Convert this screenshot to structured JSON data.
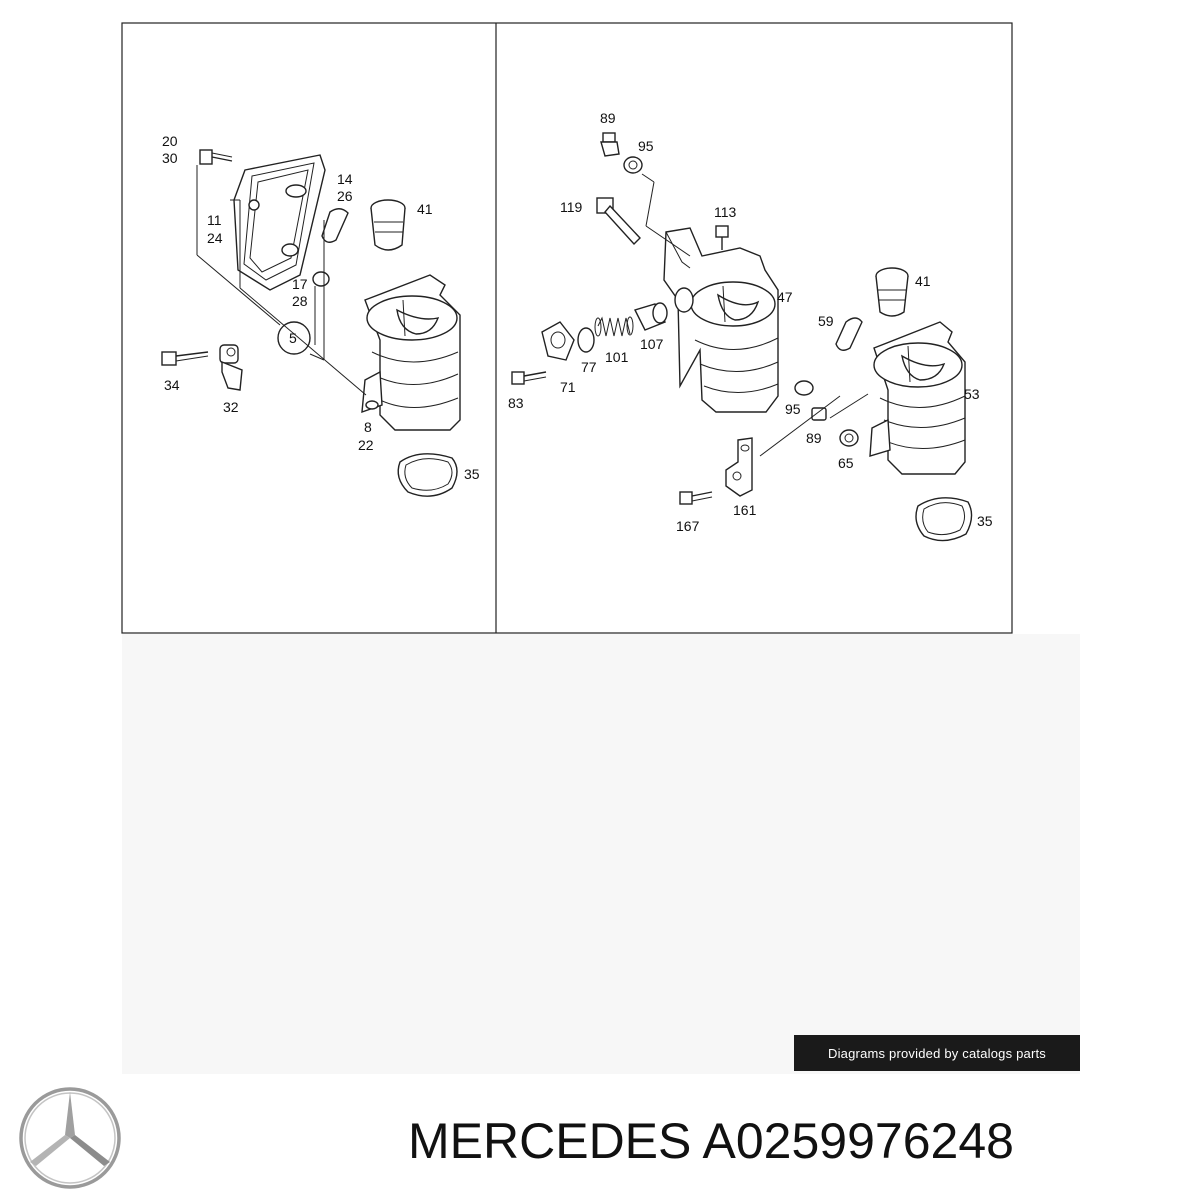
{
  "diagram": {
    "callouts": {
      "c20": "20",
      "c30": "30",
      "c11": "11",
      "c24": "24",
      "c14": "14",
      "c26": "26",
      "c41a": "41",
      "c17": "17",
      "c28": "28",
      "c5": "5",
      "c34": "34",
      "c32": "32",
      "c8": "8",
      "c22": "22",
      "c35a": "35",
      "c89a": "89",
      "c95a": "95",
      "c119": "119",
      "c113": "113",
      "c41b": "41",
      "c47": "47",
      "c59": "59",
      "c107": "107",
      "c77": "77",
      "c101": "101",
      "c71": "71",
      "c83": "83",
      "c53": "53",
      "c95b": "95",
      "c89b": "89",
      "c65": "65",
      "c161": "161",
      "c167": "167",
      "c35b": "35"
    }
  },
  "banner": {
    "text": "Diagrams provided by catalogs parts"
  },
  "footer": {
    "brand": "MERCEDES",
    "part_number": "A0259976248"
  },
  "logo": {
    "icon": "three-pointed-star-icon",
    "color": "#9a9a9a"
  }
}
